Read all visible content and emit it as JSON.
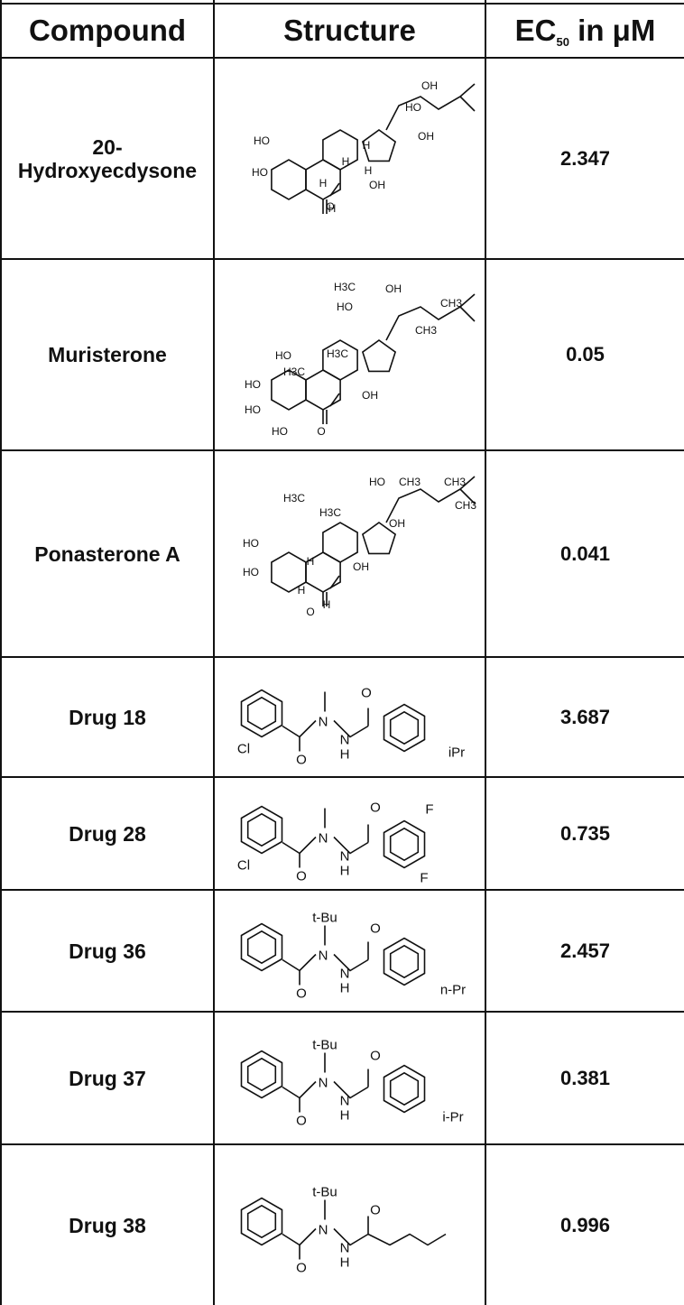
{
  "header": {
    "compound": "Compound",
    "structure": "Structure",
    "ec50_main": "EC",
    "ec50_sub": "50",
    "ec50_rest": " in μM"
  },
  "rows": [
    {
      "name": "20-\nHydroxyecdysone",
      "ec50": "2.347",
      "labels": [
        "HO",
        "OH",
        "HO",
        "HO",
        "OH",
        "OH",
        "H",
        "H",
        "H",
        "H",
        "H",
        "O"
      ]
    },
    {
      "name": "Muristerone",
      "ec50": "0.05",
      "labels": [
        "H3C",
        "OH",
        "HO",
        "CH3",
        "CH3",
        "HO",
        "H3C",
        "H3C",
        "HO",
        "HO",
        "OH",
        "HO",
        "O"
      ]
    },
    {
      "name": "Ponasterone A",
      "ec50": "0.041",
      "labels": [
        "HO",
        "CH3",
        "CH3",
        "CH3",
        "H3C",
        "H3C",
        "OH",
        "HO",
        "OH",
        "HO",
        "H",
        "H",
        "H",
        "O"
      ]
    },
    {
      "name": "Drug 18",
      "ec50": "3.687",
      "labels": [
        "O",
        "N",
        "N",
        "H",
        "O",
        "Cl",
        "iPr"
      ]
    },
    {
      "name": "Drug 28",
      "ec50": "0.735",
      "labels": [
        "O",
        "F",
        "N",
        "N",
        "H",
        "O",
        "Cl",
        "F"
      ]
    },
    {
      "name": "Drug 36",
      "ec50": "2.457",
      "labels": [
        "t-Bu",
        "O",
        "N",
        "N",
        "H",
        "O",
        "n-Pr"
      ]
    },
    {
      "name": "Drug 37",
      "ec50": "0.381",
      "labels": [
        "t-Bu",
        "O",
        "N",
        "N",
        "H",
        "O",
        "i-Pr"
      ]
    },
    {
      "name": "Drug 38",
      "ec50": "0.996",
      "labels": [
        "t-Bu",
        "O",
        "N",
        "N",
        "H",
        "O"
      ]
    }
  ]
}
